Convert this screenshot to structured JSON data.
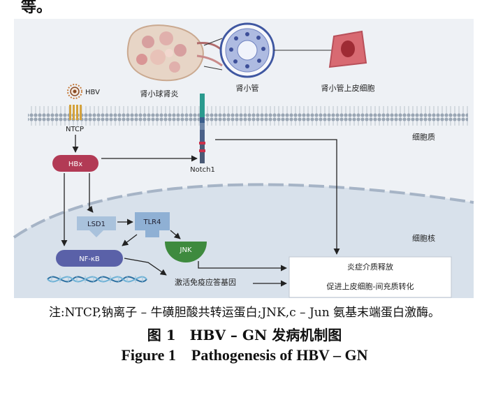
{
  "header_fragment": "等。",
  "labels": {
    "kidney": "肾小球肾炎",
    "tubule": "肾小管",
    "epithelial": "肾小管上皮细胞",
    "hbv": "HBV",
    "ntcp": "NTCP",
    "hbx": "HBx",
    "notch1": "Notch1",
    "cytoplasm": "细胞质",
    "nucleus": "细胞核",
    "lsd1": "LSD1",
    "tlr4": "TLR4",
    "jnk": "JNK",
    "nfkb": "NF-κB",
    "immune_genes": "激活免疫应答基因",
    "outcome_1": "炎症介质释放",
    "outcome_2": "促进上皮细胞-间充质转化"
  },
  "caption": {
    "note": "注:NTCP,钠离子 – 牛磺胆酸共转运蛋白;JNK,c – Jun 氨基末端蛋白激酶。",
    "title_zh": "图 1　HBV – GN 发病机制图",
    "title_en": "Figure 1　Pathogenesis of HBV – GN"
  },
  "colors": {
    "background": "#eef1f5",
    "membrane": "#a9b4c0",
    "nucleus": "#d8e1eb",
    "hbx": "#b23a55",
    "nfkb": "#5a61a8",
    "jnk": "#3e8a3e",
    "lsd1": "#a9c2dc",
    "notch": "#2a9a8e",
    "dna": "#2b6fa0"
  }
}
